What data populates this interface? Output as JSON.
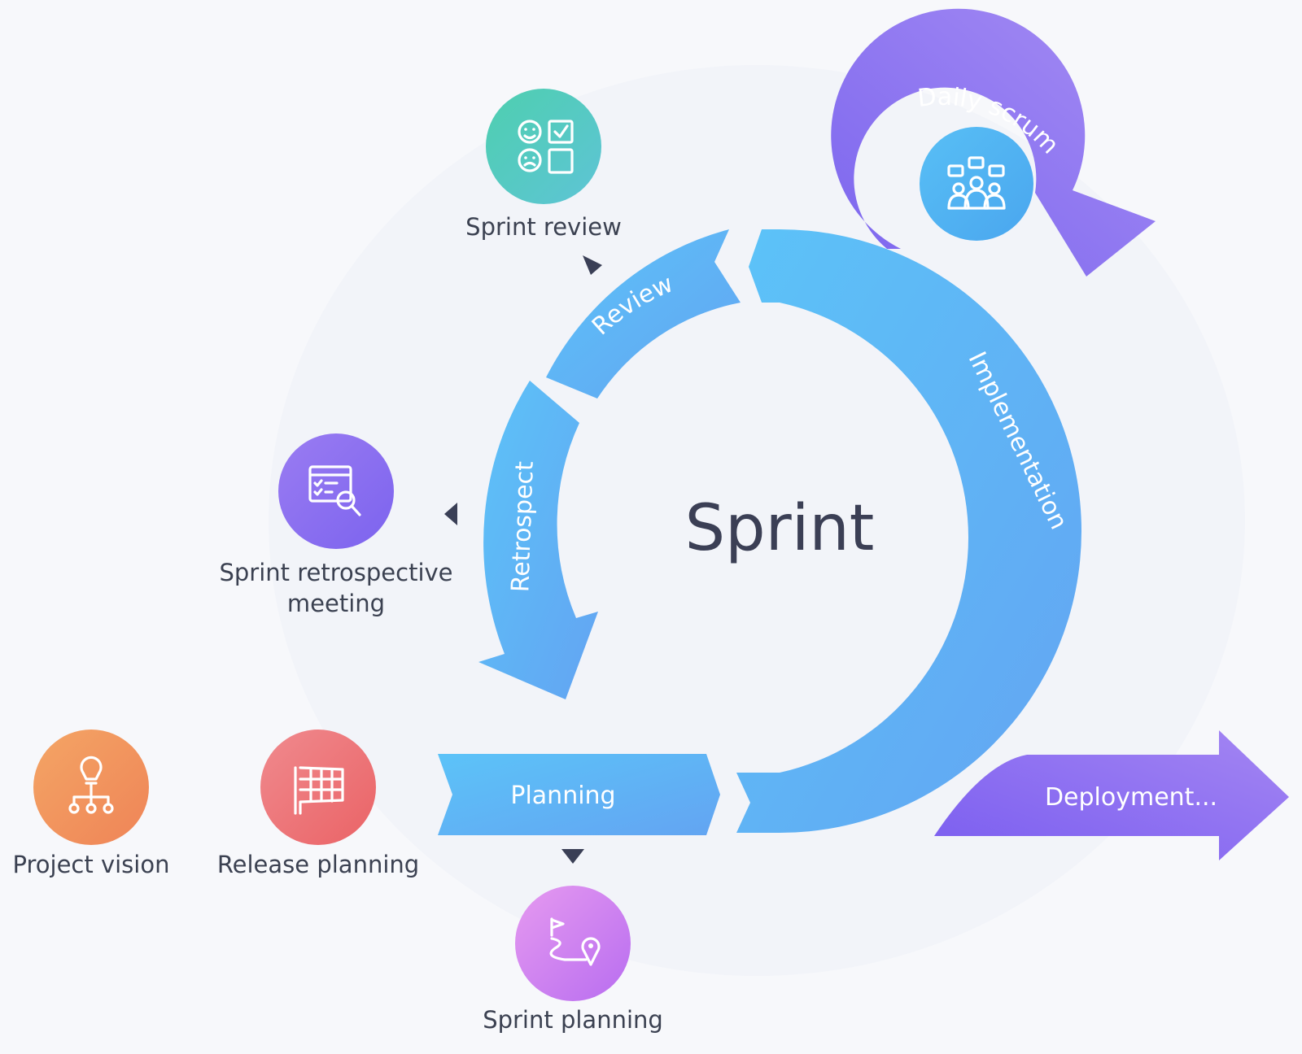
{
  "center_title": "Sprint",
  "segments": {
    "review": "Review",
    "retrospect": "Retrospect",
    "implementation": "Implementation",
    "planning": "Planning",
    "daily_scrum": "Daily scrum",
    "deployment": "Deployment..."
  },
  "stages": {
    "sprint_review": "Sprint review",
    "sprint_retrospective_line1": "Sprint retrospective",
    "sprint_retrospective_line2": "meeting",
    "project_vision": "Project vision",
    "release_planning": "Release planning",
    "sprint_planning": "Sprint planning"
  },
  "colors": {
    "cycle_blue": "#5bbcf7",
    "cycle_blue_deep": "#62a6f3",
    "daily_purple": "#8f7df0",
    "deploy_purple": "#8a6cf0",
    "review_teal": "#56c9bb",
    "retro_violet": "#8b6df0",
    "vision_orange": "#f29a5e",
    "release_red": "#ee7577",
    "planning_pink": "#cf7df0",
    "daily_icon_blue": "#4cb3f2",
    "text_dark": "#3b4151"
  },
  "icons": {
    "sprint_review": "smiley-checklist-icon",
    "sprint_retrospective": "checklist-magnifier-icon",
    "project_vision": "lightbulb-hierarchy-icon",
    "release_planning": "checkered-flag-icon",
    "sprint_planning": "route-flag-pin-icon",
    "daily_scrum": "team-chat-icon"
  }
}
